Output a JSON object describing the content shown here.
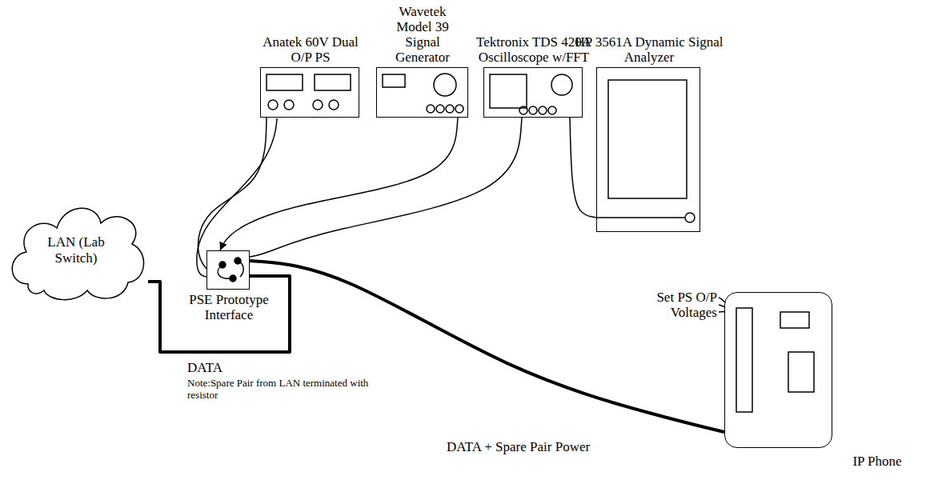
{
  "diagram": {
    "nodes": [
      {
        "text": [
          "Anatek 60V Dual O/P PS"
        ]
      },
      {
        "text": [
          "Wavetek Model 39 Signal Generator"
        ]
      },
      {
        "text": [
          "Tektronix TDS 420A Oscilloscope w/FFT"
        ]
      },
      {
        "text": [
          "HP 3561A Dynamic Signal Analyzer"
        ]
      },
      {
        "text": [
          "LAN (Lab Switch)"
        ]
      },
      {
        "text": [
          "PSE Prototype Interface"
        ]
      },
      {
        "text": [
          "IP Phone"
        ]
      }
    ],
    "edges": [
      {
        "from": 0,
        "to": 5,
        "arrow": "none"
      },
      {
        "from": 1,
        "to": 5,
        "arrow": "to"
      },
      {
        "from": 2,
        "to": 5,
        "arrow": "none"
      },
      {
        "from": 2,
        "to": 3,
        "arrow": "none"
      },
      {
        "from": 4,
        "to": 5,
        "label": "DATA",
        "arrow": "none"
      },
      {
        "from": 5,
        "to": 6,
        "label": "DATA + Spare Pair Power",
        "arrow": "none"
      }
    ],
    "labels": [
      "Note:Spare Pair from LAN terminated with resistor",
      "Set PS O/P Voltages"
    ]
  }
}
